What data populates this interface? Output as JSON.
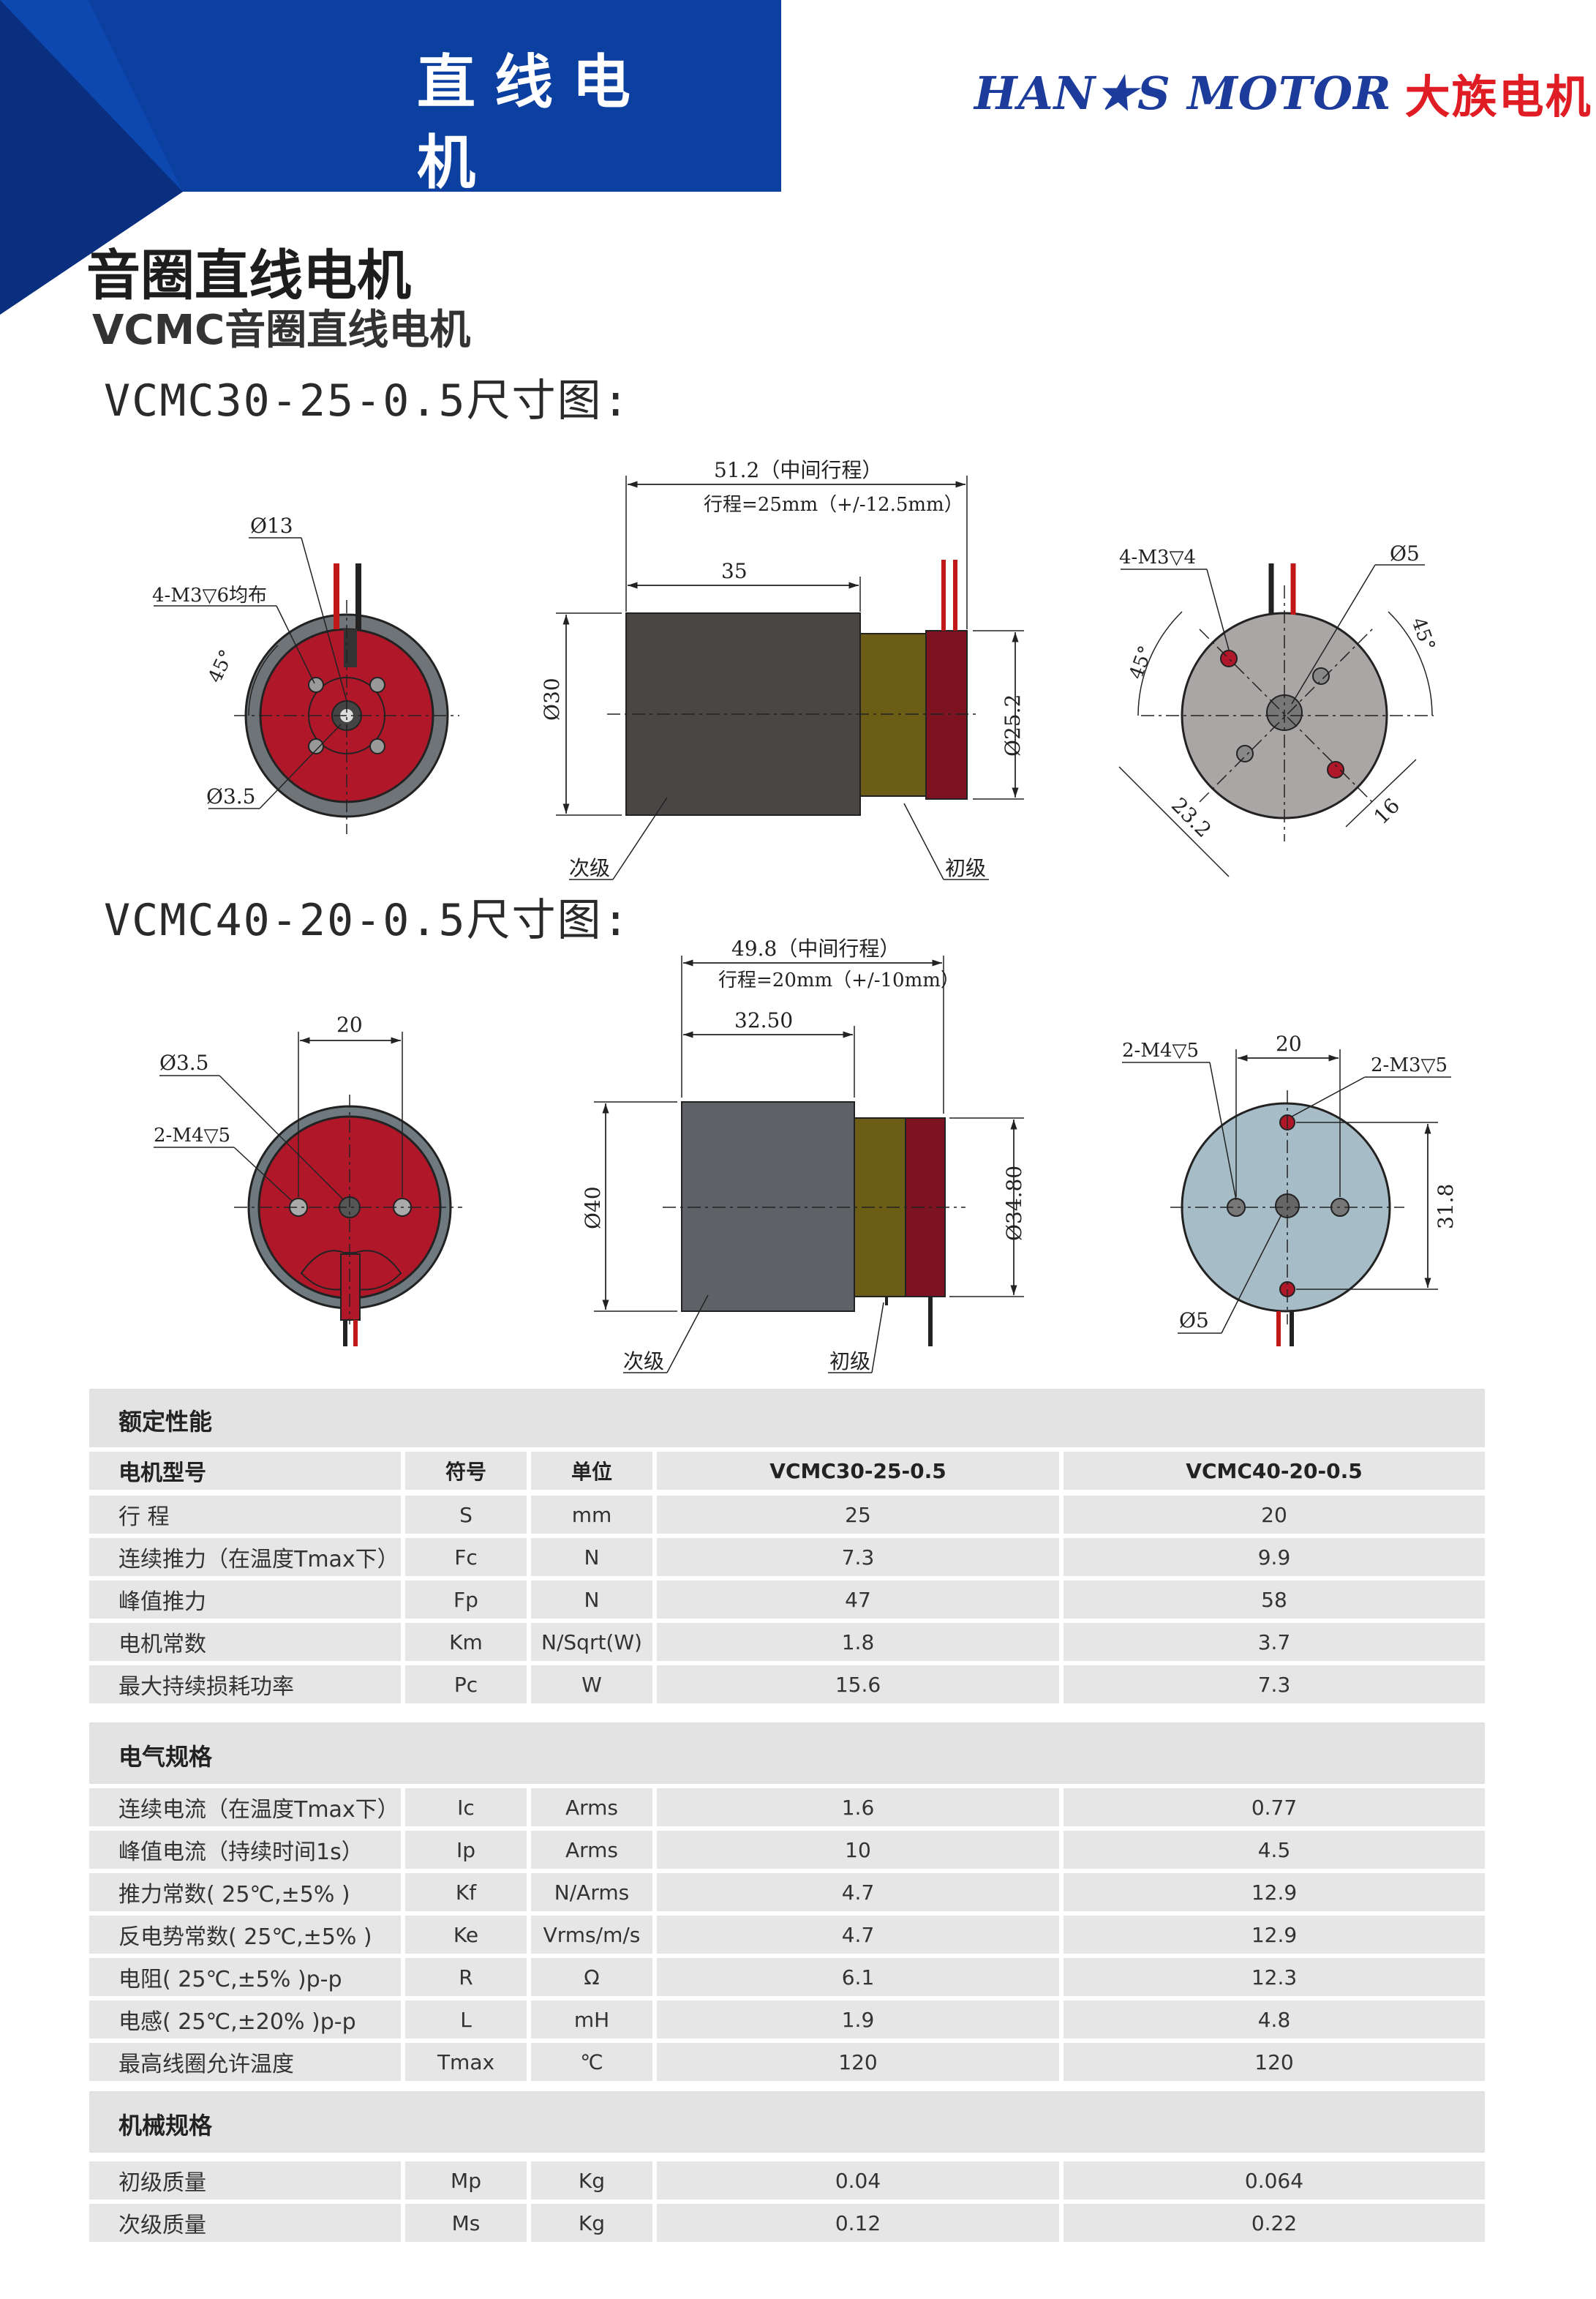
{
  "header": {
    "title": "直线电机",
    "logo_en": "HAN★S MOTOR",
    "logo_cn": "大族电机",
    "colors": {
      "banner": "#0b3fa0",
      "banner_dark": "#0a2f7e",
      "logo_blue": "#1c3b9a",
      "logo_red": "#e01d24"
    }
  },
  "headings": {
    "main": "音圈直线电机",
    "sub": "VCMC音圈直线电机",
    "drawing1": "VCMC30-25-0.5尺寸图:",
    "drawing2": "VCMC40-20-0.5尺寸图:"
  },
  "drawing1": {
    "front": {
      "d13": "Ø13",
      "holes": "4-M3▽6均布",
      "angle": "45°",
      "d35": "Ø3.5"
    },
    "side": {
      "total": "51.2（中间行程）",
      "stroke": "行程=25mm（+/-12.5mm）",
      "len": "35",
      "d30": "Ø30",
      "d252": "Ø25.2",
      "secondary": "次级",
      "primary": "初级"
    },
    "rear": {
      "holes": "4-M3▽4",
      "d5": "Ø5",
      "angle1": "45°",
      "angle2": "45°",
      "dim232": "23.2",
      "dim16": "16"
    }
  },
  "drawing2": {
    "front": {
      "dim20": "20",
      "d35": "Ø3.5",
      "holes": "2-M4▽5"
    },
    "side": {
      "total": "49.8（中间行程）",
      "stroke": "行程=20mm（+/-10mm）",
      "len": "32.50",
      "d40": "Ø40",
      "d348": "Ø34.80",
      "secondary": "次级",
      "primary": "初级"
    },
    "rear": {
      "holes1": "2-M4▽5",
      "dim20": "20",
      "holes2": "2-M3▽5",
      "dim318": "31.8",
      "d5": "Ø5"
    }
  },
  "table": {
    "sections": [
      "额定性能",
      "电气规格",
      "机械规格"
    ],
    "header": [
      "电机型号",
      "符号",
      "单位",
      "VCMC30-25-0.5",
      "VCMC40-20-0.5"
    ],
    "rated": [
      [
        "行 程",
        "S",
        "mm",
        "25",
        "20"
      ],
      [
        "连续推力（在温度Tmax下）",
        "Fc",
        "N",
        "7.3",
        "9.9"
      ],
      [
        "峰值推力",
        "Fp",
        "N",
        "47",
        "58"
      ],
      [
        "电机常数",
        "Km",
        "N/Sqrt(W)",
        "1.8",
        "3.7"
      ],
      [
        "最大持续损耗功率",
        "Pc",
        "W",
        "15.6",
        "7.3"
      ]
    ],
    "electrical": [
      [
        "连续电流（在温度Tmax下）",
        "Ic",
        "Arms",
        "1.6",
        "0.77"
      ],
      [
        "峰值电流（持续时间1s）",
        "Ip",
        "Arms",
        "10",
        "4.5"
      ],
      [
        "推力常数( 25℃,±5% )",
        "Kf",
        "N/Arms",
        "4.7",
        "12.9"
      ],
      [
        "反电势常数( 25℃,±5% )",
        "Ke",
        "Vrms/m/s",
        "4.7",
        "12.9"
      ],
      [
        "电阻( 25℃,±5% )p-p",
        "R",
        "Ω",
        "6.1",
        "12.3"
      ],
      [
        "电感( 25℃,±20% )p-p",
        "L",
        "mH",
        "1.9",
        "4.8"
      ],
      [
        "最高线圈允许温度",
        "Tmax",
        "℃",
        "120",
        "120"
      ]
    ],
    "mechanical": [
      [
        "初级质量",
        "Mp",
        "Kg",
        "0.04",
        "0.064"
      ],
      [
        "次级质量",
        "Ms",
        "Kg",
        "0.12",
        "0.22"
      ]
    ]
  }
}
